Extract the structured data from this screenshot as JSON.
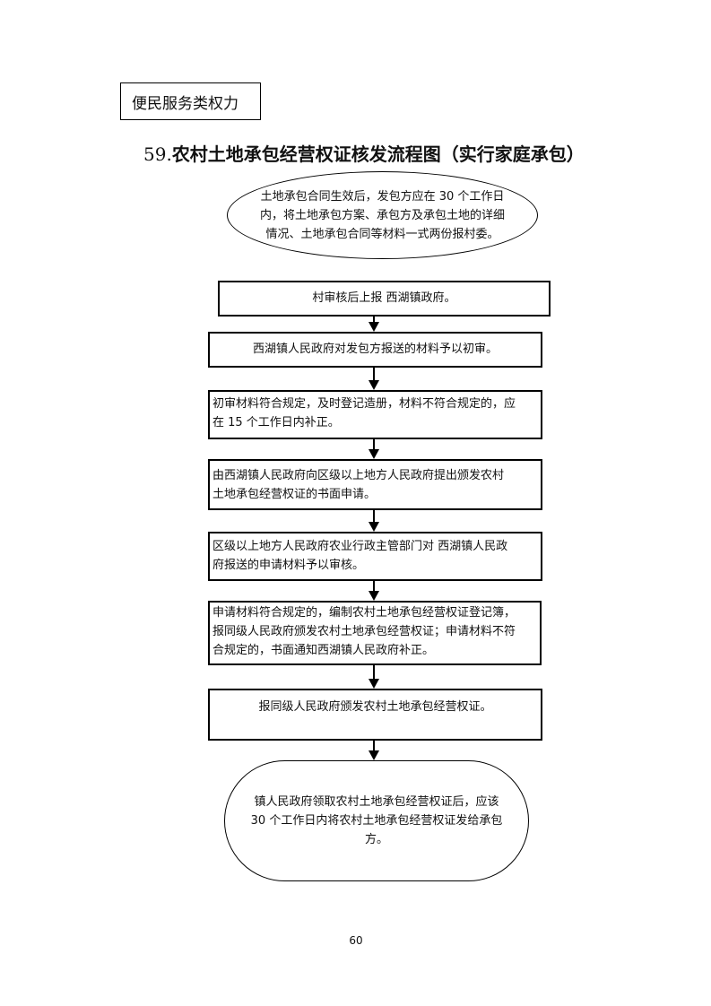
{
  "category": "便民服务类权力",
  "title": {
    "number": "59.",
    "text": "农村土地承包经营权证核发流程图（实行家庭承包）"
  },
  "start": {
    "lines": [
      "土地承包合同生效后，发包方应在 30 个工作日",
      "内，将土地承包方案、承包方及承包土地的详细",
      "情况、土地承包合同等材料一式两份报村委。"
    ]
  },
  "steps": [
    {
      "lines": [
        "村审核后上报  西湖镇政府。"
      ]
    },
    {
      "lines": [
        "西湖镇人民政府对发包方报送的材料予以初审。"
      ]
    },
    {
      "lines": [
        "初审材料符合规定，及时登记造册，材料不符合规定的，应",
        "在 15 个工作日内补正。"
      ]
    },
    {
      "lines": [
        "由西湖镇人民政府向区级以上地方人民政府提出颁发农村",
        "土地承包经营权证的书面申请。"
      ]
    },
    {
      "lines": [
        "区级以上地方人民政府农业行政主管部门对  西湖镇人民政",
        "府报送的申请材料予以审核。"
      ]
    },
    {
      "lines": [
        "申请材料符合规定的，编制农村土地承包经营权证登记簿，",
        "报同级人民政府颁发农村土地承包经营权证；申请材料不符",
        "合规定的，书面通知西湖镇人民政府补正。"
      ]
    },
    {
      "lines": [
        "报同级人民政府颁发农村土地承包经营权证。"
      ]
    }
  ],
  "end": {
    "lines": [
      "镇人民政府领取农村土地承包经营权证后，应该",
      "30 个工作日内将农村土地承包经营权证发给承包",
      "方。"
    ]
  },
  "page_number": "60"
}
